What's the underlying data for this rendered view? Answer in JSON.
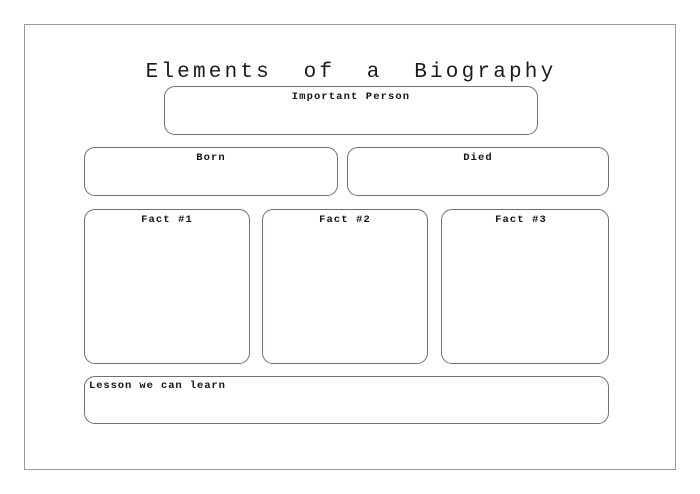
{
  "worksheet": {
    "title": "Elements  of  a  Biography",
    "frame": {
      "border_color": "#9a9a9a",
      "background": "#ffffff"
    },
    "box_border_color": "#6f6f7a",
    "boxes": [
      {
        "id": "important-person",
        "label": "Important Person",
        "align": "center",
        "value": ""
      },
      {
        "id": "born",
        "label": "Born",
        "align": "center",
        "value": ""
      },
      {
        "id": "died",
        "label": "Died",
        "align": "center",
        "value": ""
      },
      {
        "id": "fact-1",
        "label": "Fact #1",
        "align": "center",
        "value": ""
      },
      {
        "id": "fact-2",
        "label": "Fact #2",
        "align": "center",
        "value": ""
      },
      {
        "id": "fact-3",
        "label": "Fact #3",
        "align": "center",
        "value": ""
      },
      {
        "id": "lesson",
        "label": "Lesson we can learn",
        "align": "left",
        "value": ""
      }
    ]
  }
}
